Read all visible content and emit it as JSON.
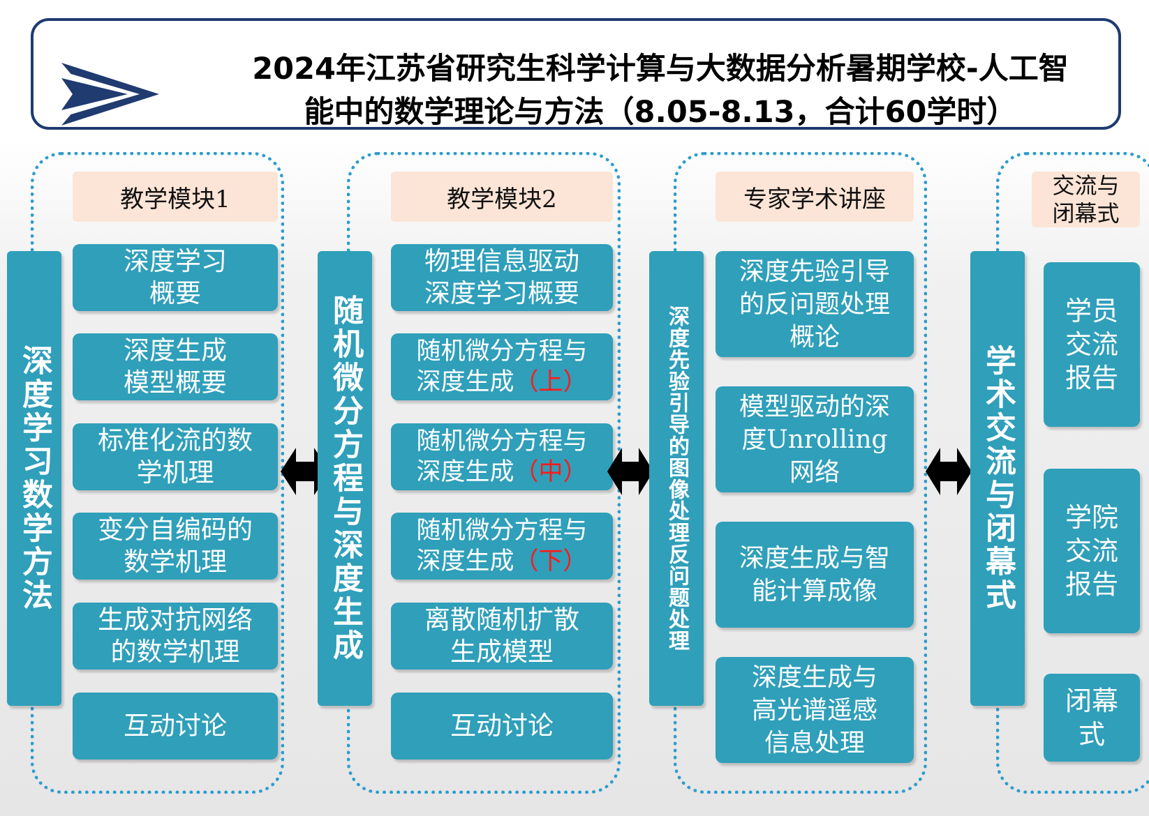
{
  "title": {
    "line1": "2024年江苏省研究生科学计算与大数据分析暑期学校-人工智",
    "line2": "能中的数学理论与方法（8.05-8.13，合计60学时）"
  },
  "colors": {
    "title_border": "#1f3b70",
    "teal": "#2f9fba",
    "header_bg": "#fce5d6",
    "dotted": "#2e9ccd",
    "emphasis": "#ff1a1a"
  },
  "col1": {
    "header": "教学模块1",
    "bar": "深度学习数学方法",
    "items": [
      "深度学习概要",
      "深度生成模型概要",
      "标准化流的数学机理",
      "变分自编码的数学机理",
      "生成对抗网络的数学机理",
      "互动讨论"
    ]
  },
  "col2": {
    "header": "教学模块2",
    "bar": "随机微分方程与深度生成",
    "items": [
      {
        "text": "物理信息驱动深度学习概要"
      },
      {
        "text": "随机微分方程与深度生成",
        "suffix": "（上）"
      },
      {
        "text": "随机微分方程与深度生成",
        "suffix": "（中）"
      },
      {
        "text": "随机微分方程与深度生成",
        "suffix": "（下）"
      },
      {
        "text": "离散随机扩散生成模型"
      },
      {
        "text": "互动讨论"
      }
    ]
  },
  "col3": {
    "header": "专家学术讲座",
    "bar": "深度先验引导的图像处理反问题处理",
    "items": [
      "深度先验引导的反问题处理概论",
      "模型驱动的深度Unrolling网络",
      "深度生成与智能计算成像",
      "深度生成与高光谱遥感信息处理"
    ]
  },
  "col4": {
    "header": "交流与闭幕式",
    "bar": "学术交流与闭幕式",
    "items": [
      "学员交流报告",
      "学院交流报告",
      "闭幕式"
    ]
  }
}
